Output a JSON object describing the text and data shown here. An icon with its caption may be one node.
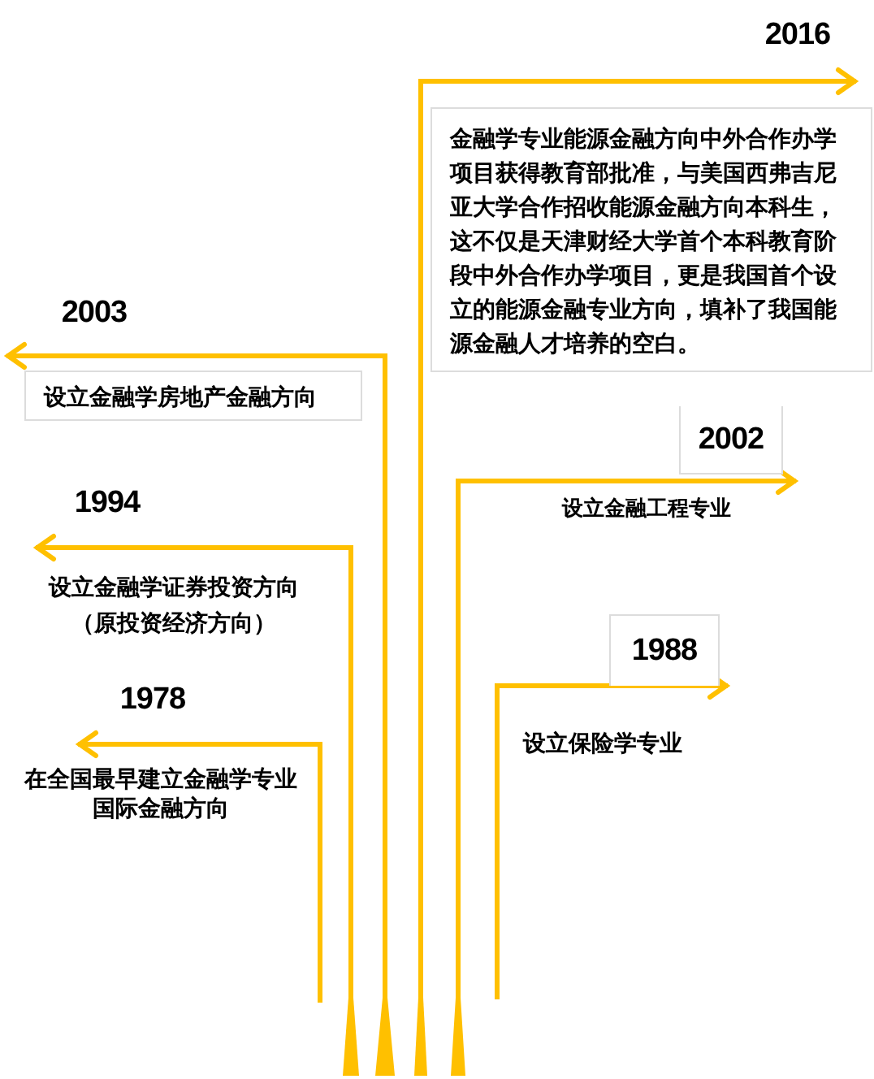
{
  "diagram": {
    "nodes": [
      {
        "text": [
          "金融学专业能源金融方向中外合作办学项目获得教育部批准，与美国西弗吉尼亚大学合作招收能源金融方向本科生，这不仅是天津财经大学首个本科教育阶段中外合作办学项目，更是我国首个设立的能源金融专业方向，填补了我国能源金融人才培养的空白。"
        ],
        "beside": [
          "2016"
        ]
      },
      {
        "text": [
          "设立金融学房地产金融方向"
        ],
        "beside": [
          "2003"
        ]
      },
      {
        "text": [
          "设立金融工程专业"
        ],
        "beside": [
          "2002"
        ]
      },
      {
        "text": [
          "设立金融学证券投资方向（原投资经济方向）"
        ],
        "beside": [
          "1994"
        ]
      },
      {
        "text": [
          "设立保险学专业"
        ],
        "beside": [
          "1988"
        ]
      },
      {
        "text": [
          "在全国最早建立金融学专业国际金融方向"
        ],
        "beside": [
          "1978"
        ]
      }
    ]
  }
}
